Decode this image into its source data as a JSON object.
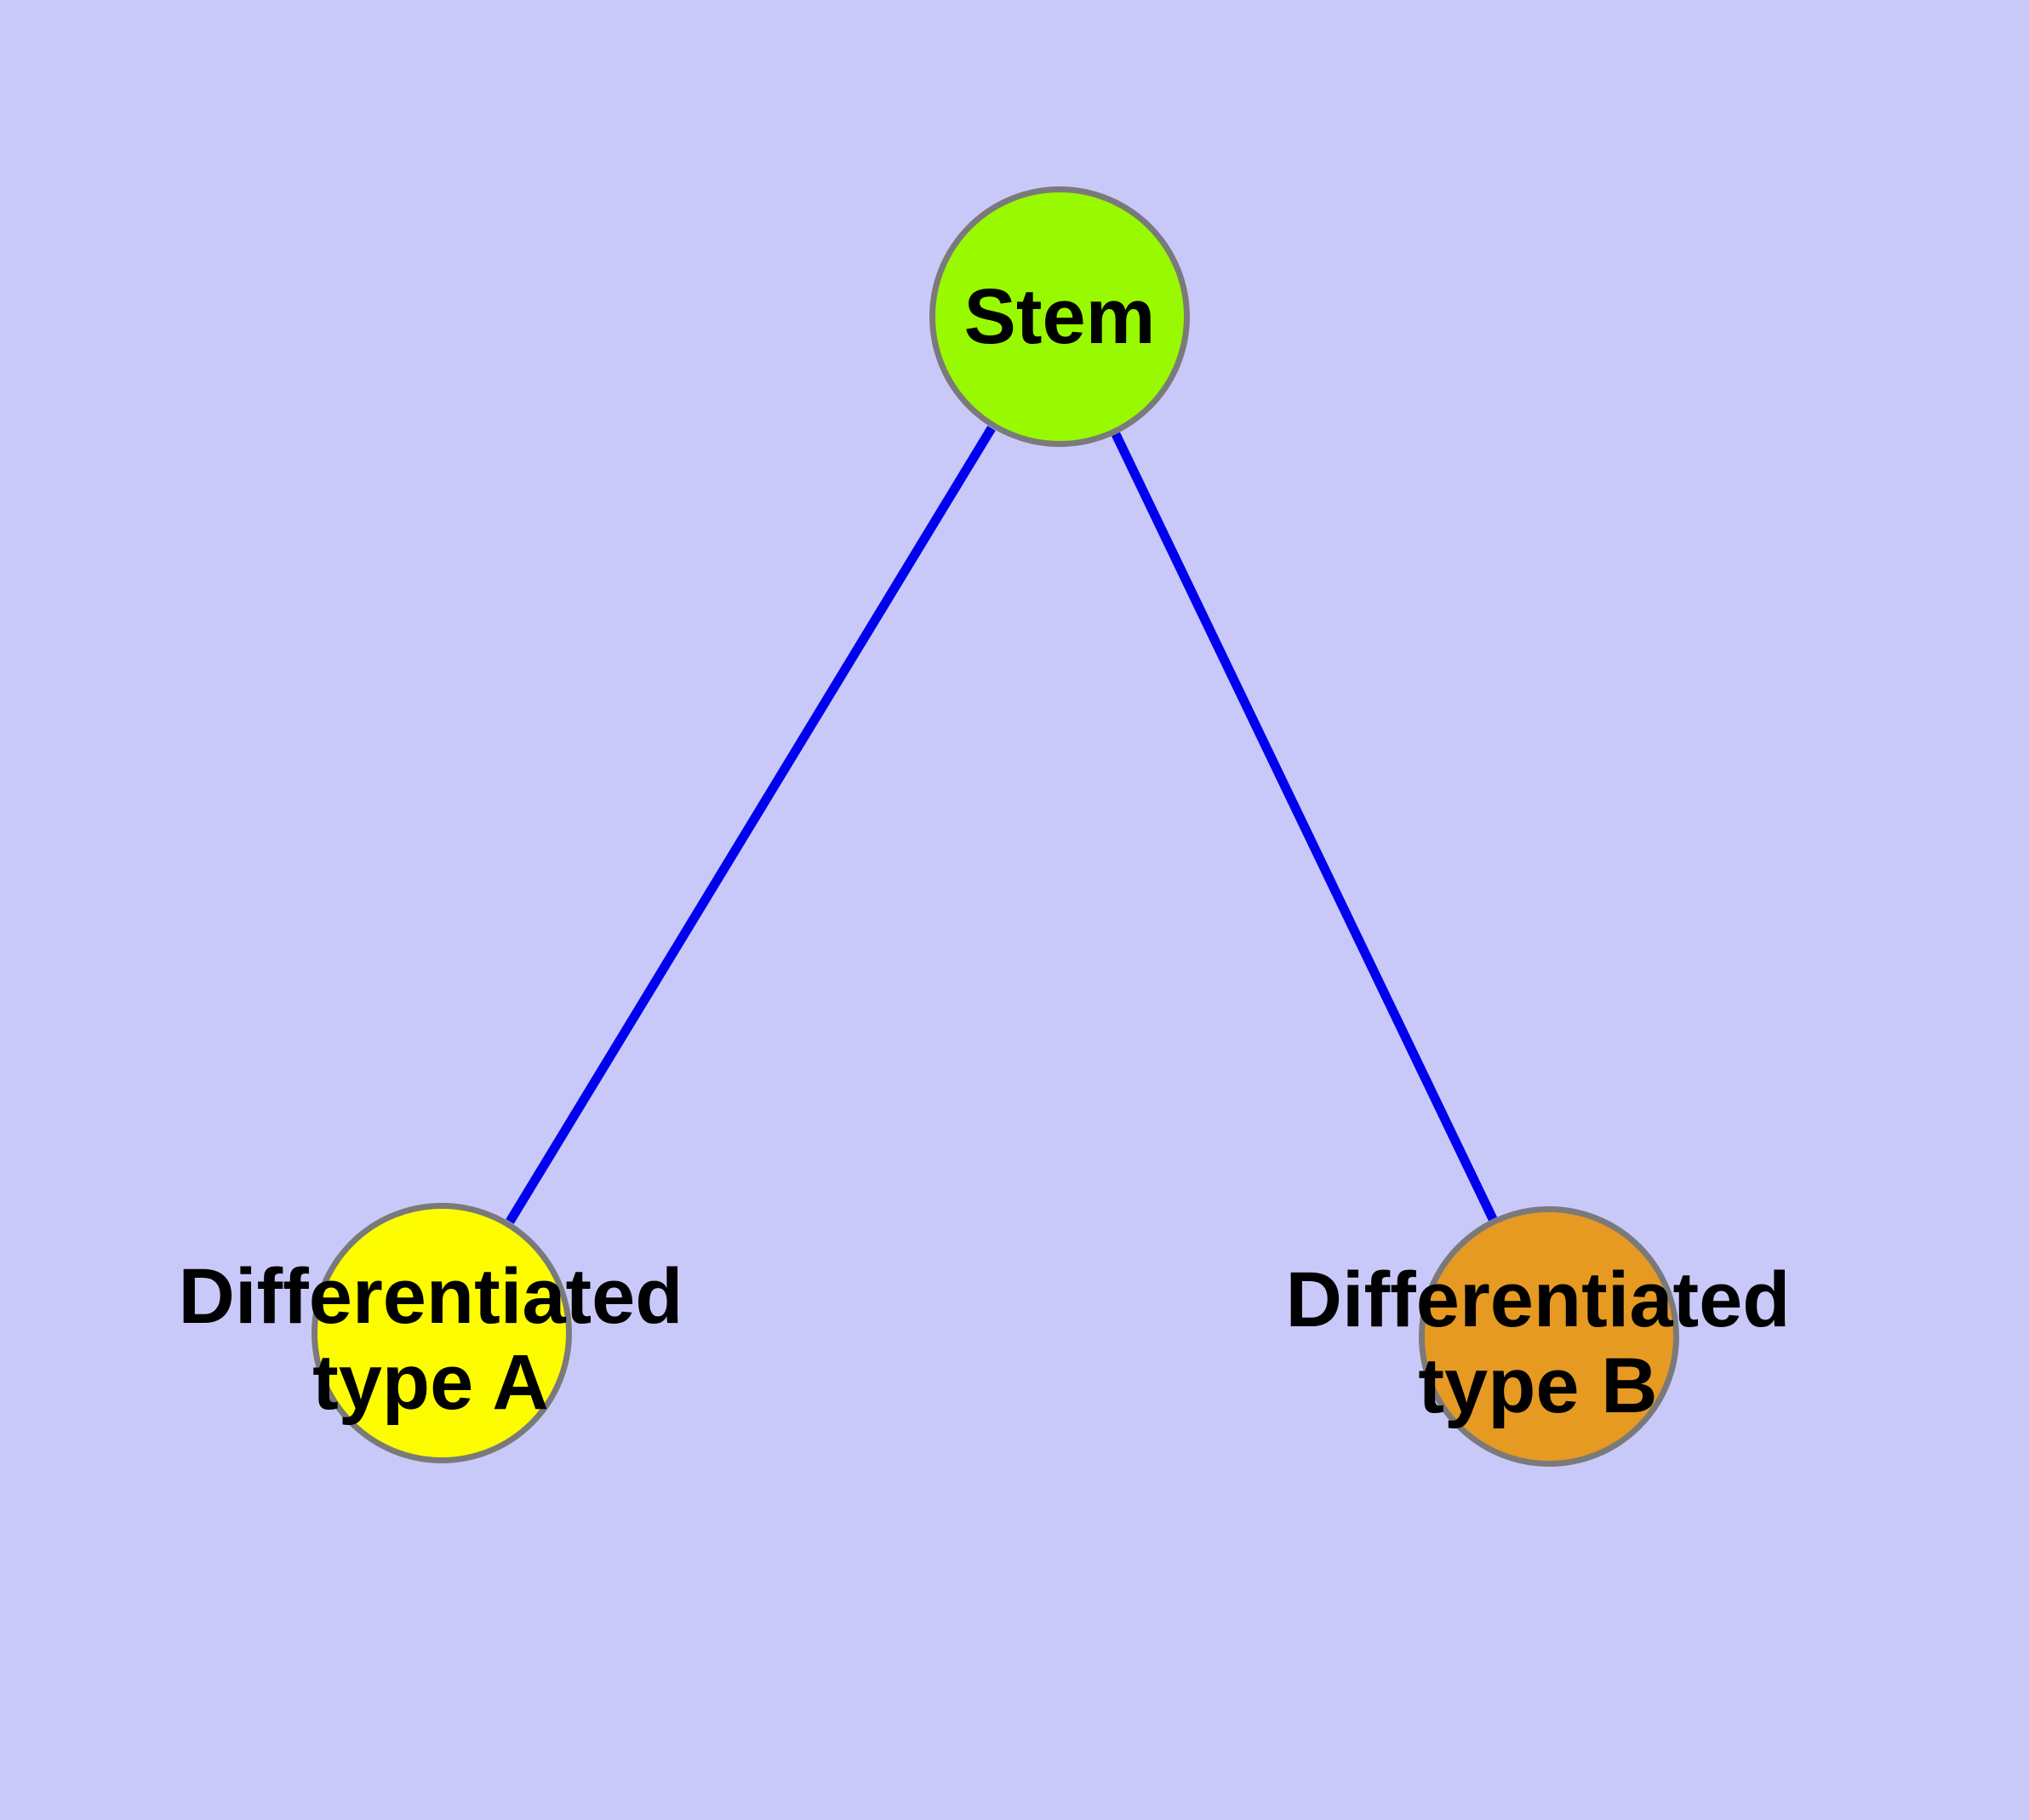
{
  "diagram": {
    "background_color": "#c9c9f9",
    "edge_color": "#0000ee",
    "node_border_color": "#7a7a7a",
    "text_color": "#000000",
    "nodes": {
      "stem": {
        "label": "Stem",
        "fill": "#99f900"
      },
      "type_a": {
        "label_line1": "Differentiated",
        "label_line2": "type A",
        "label_full": "Differentiated type A",
        "fill": "#fdfd00"
      },
      "type_b": {
        "label_line1": "Differentiated",
        "label_line2": "type B",
        "label_full": "Differentiated type B",
        "fill": "#e69a22"
      }
    },
    "edges": [
      {
        "from": "Stem",
        "to": "Differentiated type A"
      },
      {
        "from": "Stem",
        "to": "Differentiated type B"
      }
    ]
  }
}
